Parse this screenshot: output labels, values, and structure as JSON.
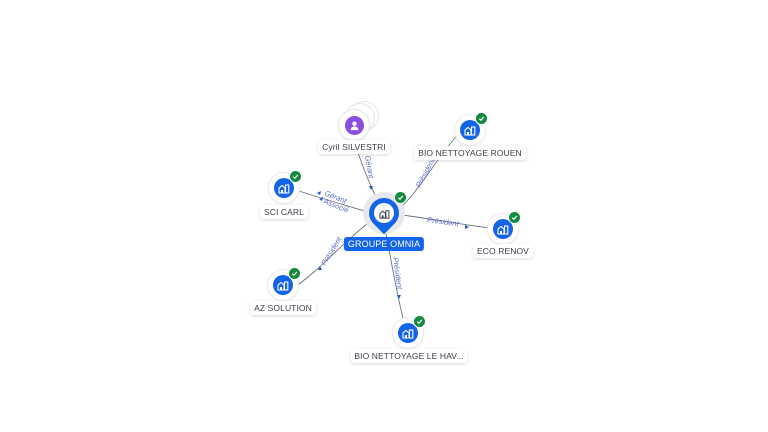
{
  "diagram": {
    "type": "company-relationship-graph",
    "colors": {
      "company": "#1464e8",
      "person": "#8a4fe0",
      "verified": "#138a3d",
      "edge_label": "#5b6bc9",
      "edge": "#6b7280"
    },
    "center": {
      "id": "groupe-omnia",
      "label": "GROUPE OMNIA",
      "kind": "company",
      "icon": "building-icon",
      "verified": true
    },
    "nodes": [
      {
        "id": "cyril-silvestri",
        "label": "Cyril SILVESTRI",
        "kind": "person",
        "icon": "person-icon",
        "verified": false,
        "stacked": true
      },
      {
        "id": "bio-nettoyage-rouen",
        "label": "BIO NETTOYAGE ROUEN",
        "kind": "company",
        "icon": "building-icon",
        "verified": true
      },
      {
        "id": "sci-carl",
        "label": "SCI CARL",
        "kind": "company",
        "icon": "building-icon",
        "verified": true
      },
      {
        "id": "eco-renov",
        "label": "ECO RENOV",
        "kind": "company",
        "icon": "building-icon",
        "verified": true
      },
      {
        "id": "az-solution",
        "label": "AZ SOLUTION",
        "kind": "company",
        "icon": "building-icon",
        "verified": true
      },
      {
        "id": "bio-nettoyage-le-havre",
        "label": "BIO NETTOYAGE LE HAV...",
        "kind": "company",
        "icon": "building-icon",
        "verified": true
      }
    ],
    "edges": [
      {
        "from": "cyril-silvestri",
        "to": "groupe-omnia",
        "labels": [
          "Gérant"
        ]
      },
      {
        "from": "groupe-omnia",
        "to": "bio-nettoyage-rouen",
        "labels": [
          "Président"
        ]
      },
      {
        "from": "groupe-omnia",
        "to": "sci-carl",
        "labels": [
          "Gérant",
          "Associé"
        ]
      },
      {
        "from": "groupe-omnia",
        "to": "eco-renov",
        "labels": [
          "Président"
        ]
      },
      {
        "from": "groupe-omnia",
        "to": "az-solution",
        "labels": [
          "Président"
        ]
      },
      {
        "from": "groupe-omnia",
        "to": "bio-nettoyage-le-havre",
        "labels": [
          "Président"
        ]
      }
    ]
  }
}
